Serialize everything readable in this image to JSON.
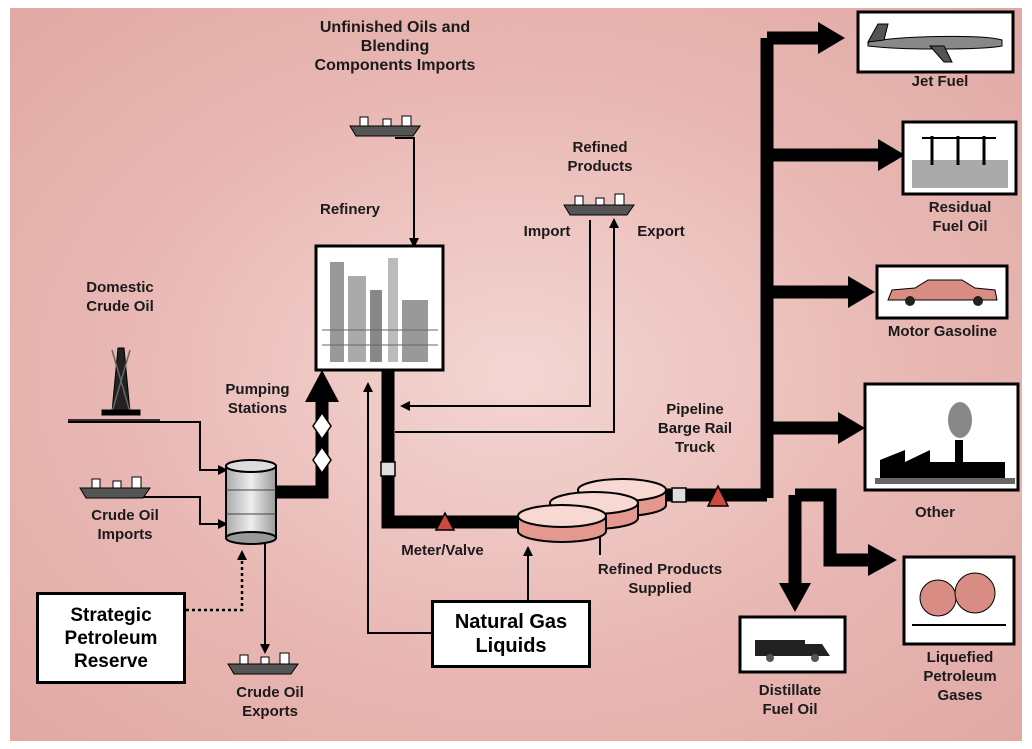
{
  "labels": {
    "unfinished_oils": "Unfinished Oils and\nBlending\nComponents Imports",
    "refined_products": "Refined\nProducts",
    "refinery": "Refinery",
    "import": "Import",
    "export": "Export",
    "domestic_crude": "Domestic\nCrude Oil",
    "pumping_stations": "Pumping\nStations",
    "crude_oil_imports": "Crude Oil\nImports",
    "crude_oil_exports": "Crude Oil\nExports",
    "pipeline": "Pipeline\nBarge Rail\nTruck",
    "meter_valve": "Meter/Valve",
    "refined_supplied": "Refined Products\nSupplied",
    "jet_fuel": "Jet Fuel",
    "residual_fuel": "Residual\nFuel Oil",
    "motor_gasoline": "Motor Gasoline",
    "other": "Other",
    "distillate": "Distillate\nFuel Oil",
    "lpg": "Liquefied\nPetroleum\nGases"
  },
  "boxes": {
    "spr": "Strategic\nPetroleum\nReserve",
    "ngl": "Natural Gas\nLiquids"
  },
  "colors": {
    "background": "#e9b8b4",
    "flow": "#000000",
    "tank": "#e49890",
    "valve": "#cc4a40"
  }
}
